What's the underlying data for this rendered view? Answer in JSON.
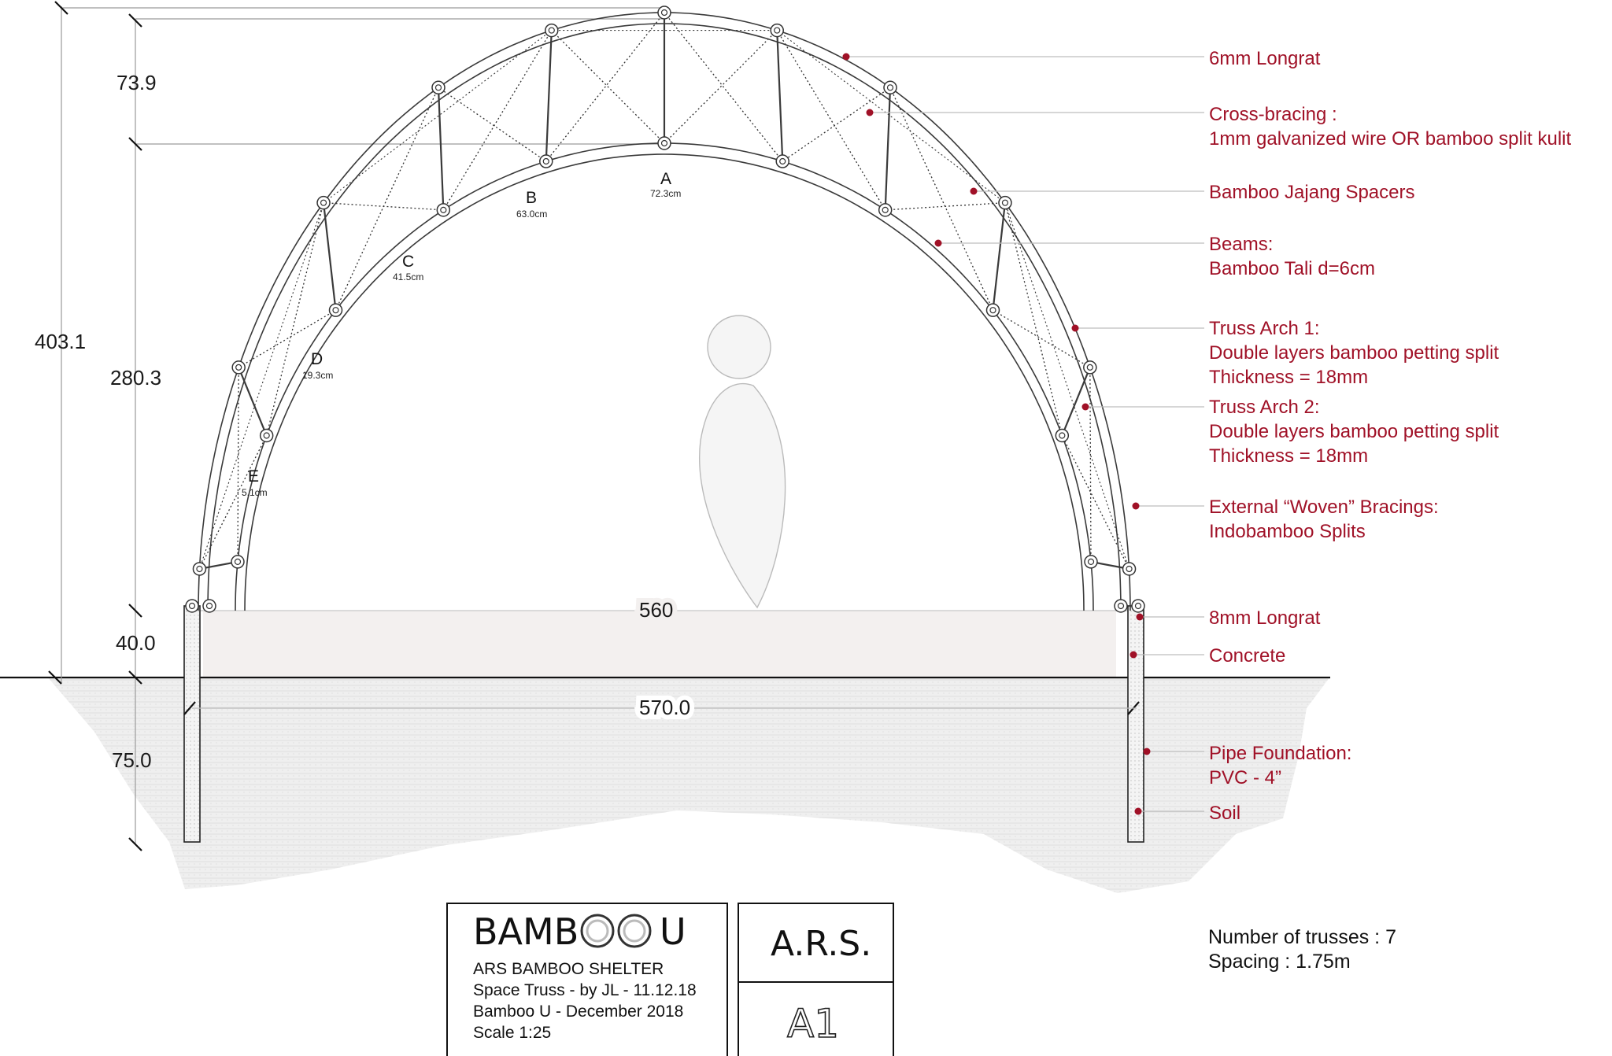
{
  "dimensions": {
    "crown_height": "73.9",
    "total_height": "403.1",
    "arch_height": "280.3",
    "floor_height": "40.0",
    "foundation_depth": "75.0",
    "inner_span": "560",
    "ground_span": "570.0"
  },
  "nodes": [
    {
      "letter": "A",
      "value": "72.3cm"
    },
    {
      "letter": "B",
      "value": "63.0cm"
    },
    {
      "letter": "C",
      "value": "41.5cm"
    },
    {
      "letter": "D",
      "value": "19.3cm"
    },
    {
      "letter": "E",
      "value": "5.1cm"
    }
  ],
  "callouts": [
    {
      "lines": [
        "6mm Longrat"
      ]
    },
    {
      "lines": [
        "Cross-bracing :",
        "1mm galvanized wire OR bamboo split kulit"
      ]
    },
    {
      "lines": [
        "Bamboo Jajang Spacers"
      ]
    },
    {
      "lines": [
        "Beams:",
        "Bamboo Tali d=6cm"
      ]
    },
    {
      "lines": [
        "Truss Arch 1:",
        "Double layers bamboo petting split",
        "Thickness = 18mm"
      ]
    },
    {
      "lines": [
        "Truss Arch 2:",
        "Double layers bamboo petting split",
        "Thickness = 18mm"
      ]
    },
    {
      "lines": [
        "External “Woven” Bracings:",
        "Indobamboo Splits"
      ]
    },
    {
      "lines": [
        "8mm Longrat"
      ]
    },
    {
      "lines": [
        "Concrete"
      ]
    },
    {
      "lines": [
        "Pipe Foundation:",
        "PVC - 4”"
      ]
    },
    {
      "lines": [
        "Soil"
      ]
    }
  ],
  "meta": {
    "trusses": "Number of trusses : 7",
    "spacing": "Spacing : 1.75m"
  },
  "title_block": {
    "logo_text_left": "BAMB",
    "logo_text_right": "U",
    "line1": "ARS BAMBOO SHELTER",
    "line2": "Space Truss - by JL - 11.12.18",
    "line3": "Bamboo U - December 2018",
    "line4": "Scale 1:25",
    "firm": "A.R.S.",
    "sheet": "A1"
  },
  "colors": {
    "callout": "#a01127",
    "line": "#3a3a3a",
    "soil": "#ededed",
    "slab": "#f3f0ef"
  }
}
